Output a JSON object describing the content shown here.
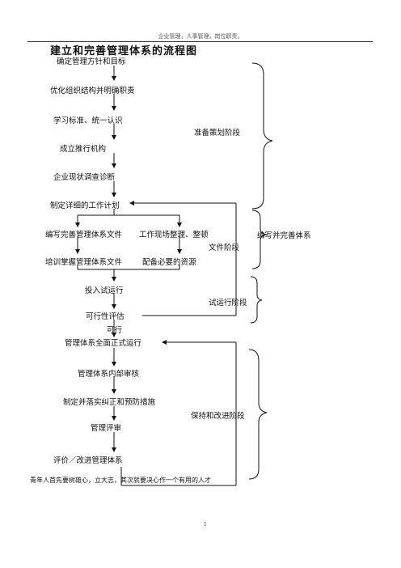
{
  "header": {
    "text": "企业管理，人事管理，岗位职责。"
  },
  "title": "建立和完善管理体系的流程图",
  "steps": {
    "s1": "确定管理方针和目标",
    "s2": "优化组织结构并明确职责",
    "s3": "学习标准、统一认识",
    "s4": "成立推行机构",
    "s5": "企业现状调查诊断",
    "s6": "制定详细的工作计划",
    "s7a": "编写完善管理体系文件",
    "s7b": "工作现场整理、整顿",
    "s8a": "培训掌握管理体系文件",
    "s8b": "配备必要的资源",
    "s9": "投入试运行",
    "s10": "可行性评估",
    "s10_label": "可行",
    "s11": "管理体系全面正式运行",
    "s12": "管理体系内部审核",
    "s13": "制定并落实纠正和预防措施",
    "s14": "管理评审",
    "s15": "评价／改进管理体系"
  },
  "phases": {
    "p1": "准备策划阶段",
    "p2_line1": "编写并完善体系",
    "p2_line2": "文件阶段",
    "p3": "试运行阶段",
    "p4": "保持和改进阶段"
  },
  "footer": {
    "text": "青年人首先要树雄心，立大志，其次就要决心作一个有用的人才"
  },
  "page_number": "1"
}
